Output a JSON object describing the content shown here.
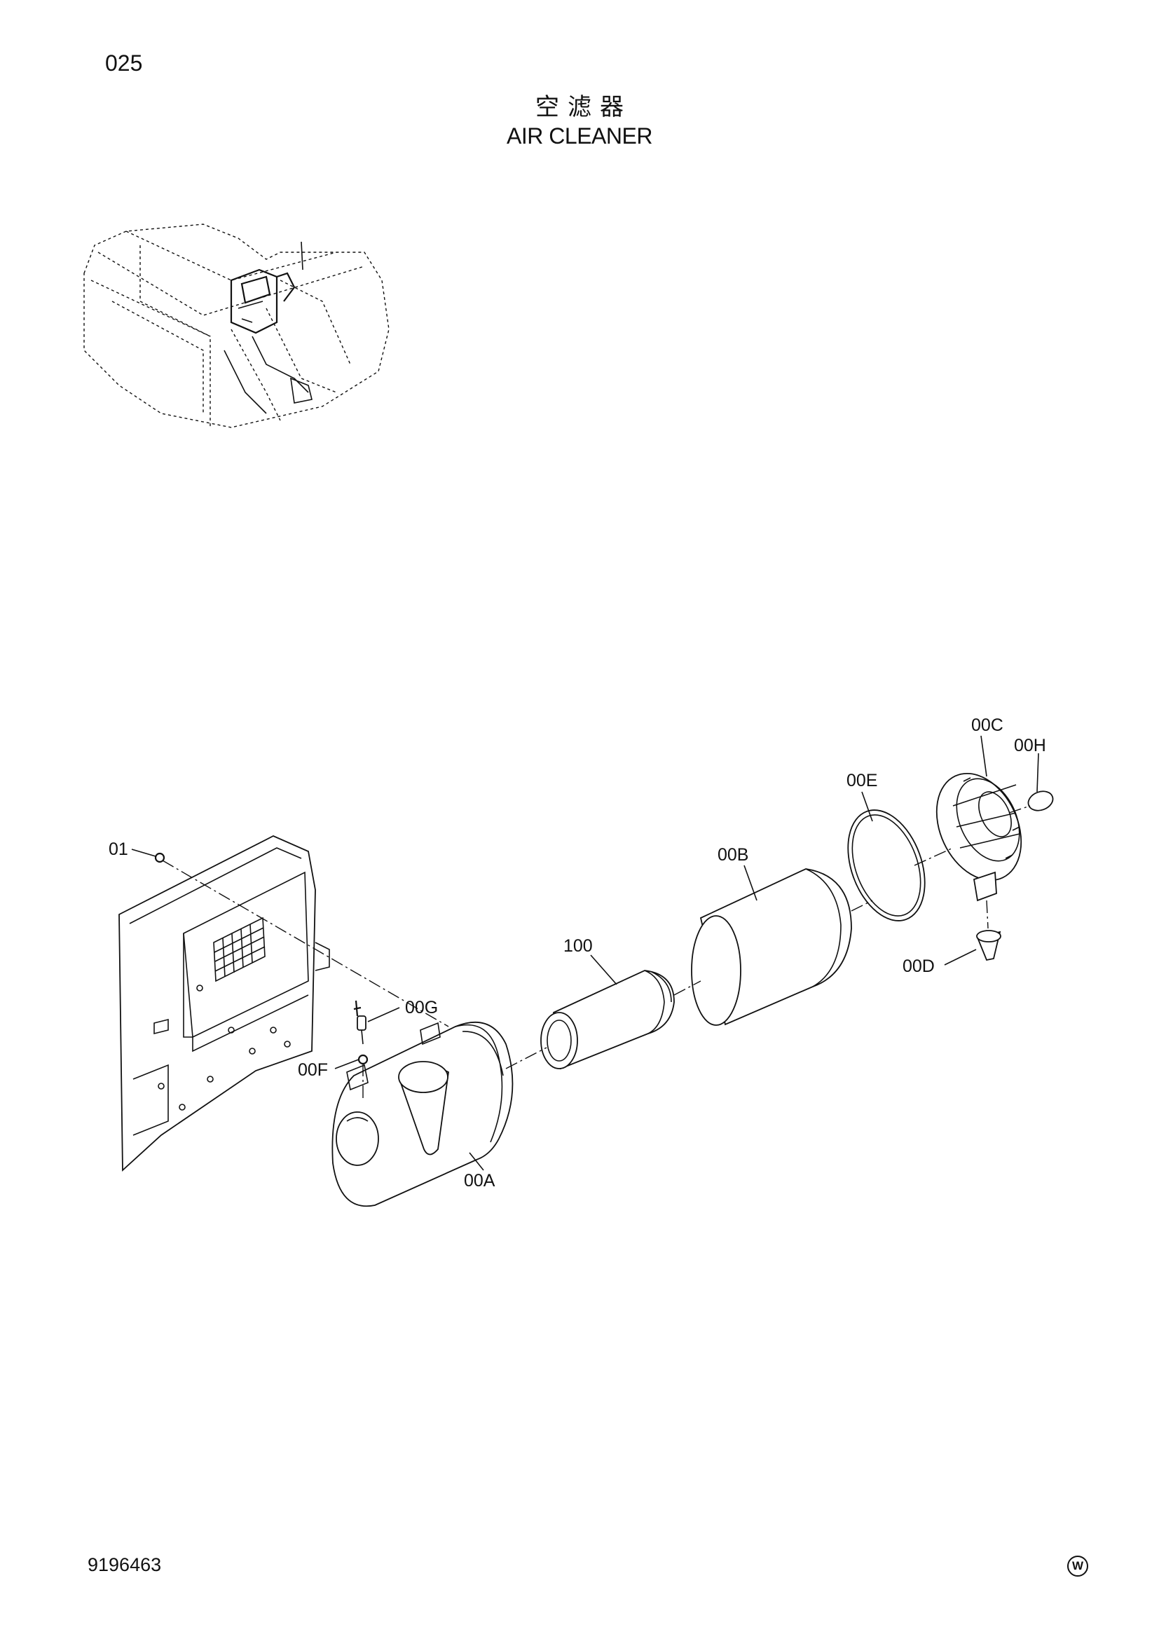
{
  "page": {
    "number": "025",
    "title_cn": "空滤器",
    "title_en": "AIR CLEANER",
    "footer_number": "9196463",
    "footer_mark": "W"
  },
  "callouts": {
    "c01": "01",
    "c00G": "00G",
    "c00F": "00F",
    "c00A": "00A",
    "c100": "100",
    "c00B": "00B",
    "c00E": "00E",
    "c00C": "00C",
    "c00H": "00H",
    "c00D": "00D"
  }
}
